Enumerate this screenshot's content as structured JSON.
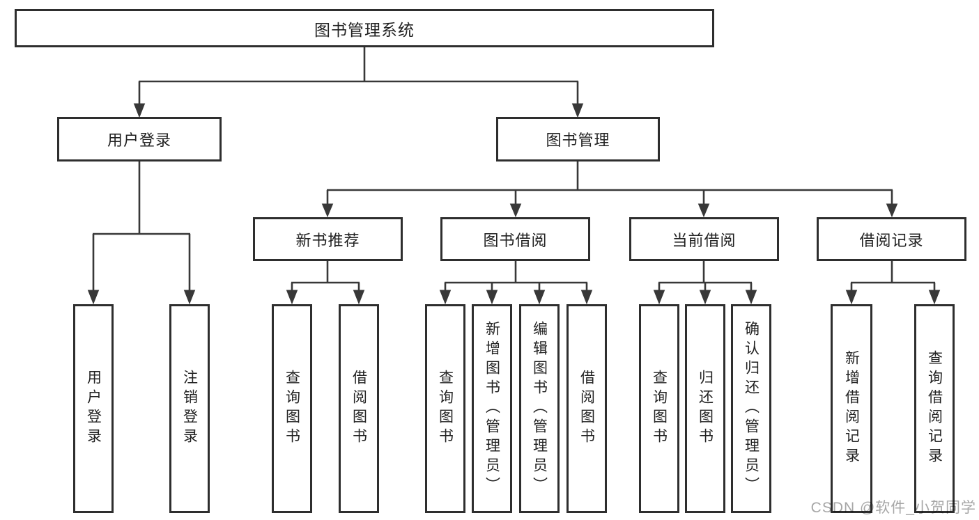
{
  "tree": {
    "root": {
      "label": "图书管理系统"
    },
    "children": [
      {
        "label": "用户登录",
        "children": [
          {
            "label": "用户登录"
          },
          {
            "label": "注销登录"
          }
        ]
      },
      {
        "label": "图书管理",
        "children": [
          {
            "label": "新书推荐",
            "children": [
              {
                "label": "查询图书"
              },
              {
                "label": "借阅图书"
              }
            ]
          },
          {
            "label": "图书借阅",
            "children": [
              {
                "label": "查询图书"
              },
              {
                "label": "新增图书（管理员）"
              },
              {
                "label": "编辑图书（管理员）"
              },
              {
                "label": "借阅图书"
              }
            ]
          },
          {
            "label": "当前借阅",
            "children": [
              {
                "label": "查询图书"
              },
              {
                "label": "归还图书"
              },
              {
                "label": "确认归还（管理员）"
              }
            ]
          },
          {
            "label": "借阅记录",
            "children": [
              {
                "label": "新增借阅记录"
              },
              {
                "label": "查询借阅记录"
              }
            ]
          }
        ]
      }
    ]
  },
  "watermark": {
    "text": "CSDN @软件_小贺同学"
  },
  "colors": {
    "line": "#383838",
    "border": "#2e2e2e",
    "text": "#222222",
    "watermark": "#a6a6a6",
    "background": "#ffffff"
  }
}
